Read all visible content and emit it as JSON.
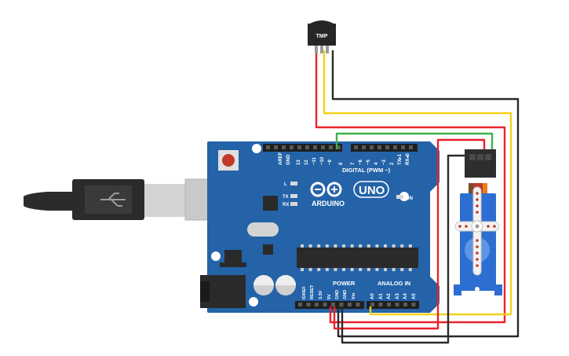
{
  "sensor": {
    "label": "TMP"
  },
  "board": {
    "top_pin_labels": [
      "AREF",
      "GND",
      "13",
      "12",
      "~11",
      "~10",
      "~9",
      "8",
      "7",
      "~6",
      "~5",
      "4",
      "~3",
      "2",
      "TX▸1",
      "RX◂0"
    ],
    "digital_label": "DIGITAL (PWM ~)",
    "brand": "ARDUINO",
    "model": "UNO",
    "on_label": "ON",
    "led_l": "L",
    "led_tx": "TX",
    "led_rx": "RX",
    "power_label": "POWER",
    "analog_label": "ANALOG IN",
    "power_pin_labels": [
      "IOREF",
      "RESET",
      "3.3V",
      "5V",
      "GND",
      "GND",
      "Vin"
    ],
    "analog_pin_labels": [
      "A0",
      "A1",
      "A2",
      "A3",
      "A4",
      "A5"
    ]
  },
  "colors": {
    "board": "#2463a8",
    "board_dark": "#1d4f88",
    "wire_red": "#e8232a",
    "wire_black": "#2a2a2a",
    "wire_yellow": "#f3d21a",
    "wire_green": "#3db34a",
    "servo_body": "#2d6fd0",
    "usb_plug": "#2b2b2b"
  }
}
